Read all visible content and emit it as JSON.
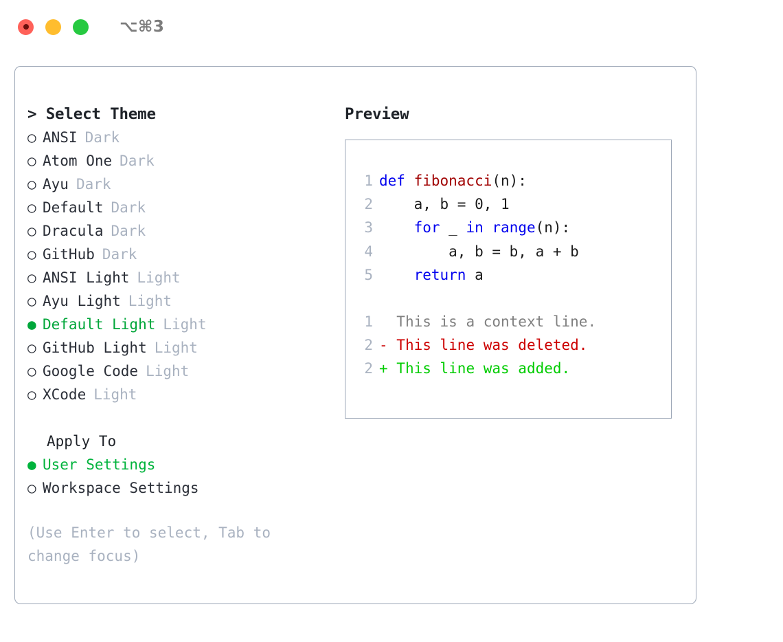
{
  "titlebar": {
    "shortcut": "⌥⌘3",
    "lights": [
      "close-red",
      "minimize-yellow",
      "maximize-green"
    ]
  },
  "theme_panel": {
    "header": "> Select Theme",
    "items": [
      {
        "bullet": "○",
        "name": "ANSI",
        "tag": "Dark",
        "selected": false
      },
      {
        "bullet": "○",
        "name": "Atom One",
        "tag": "Dark",
        "selected": false
      },
      {
        "bullet": "○",
        "name": "Ayu",
        "tag": "Dark",
        "selected": false
      },
      {
        "bullet": "○",
        "name": "Default",
        "tag": "Dark",
        "selected": false
      },
      {
        "bullet": "○",
        "name": "Dracula",
        "tag": "Dark",
        "selected": false
      },
      {
        "bullet": "○",
        "name": "GitHub",
        "tag": "Dark",
        "selected": false
      },
      {
        "bullet": "○",
        "name": "ANSI Light",
        "tag": "Light",
        "selected": false
      },
      {
        "bullet": "○",
        "name": "Ayu Light",
        "tag": "Light",
        "selected": false
      },
      {
        "bullet": "●",
        "name": "Default Light",
        "tag": "Light",
        "selected": true
      },
      {
        "bullet": "○",
        "name": "GitHub Light",
        "tag": "Light",
        "selected": false
      },
      {
        "bullet": "○",
        "name": "Google Code",
        "tag": "Light",
        "selected": false
      },
      {
        "bullet": "○",
        "name": "XCode",
        "tag": "Light",
        "selected": false
      }
    ],
    "apply_to": {
      "label": "Apply To",
      "options": [
        {
          "bullet": "●",
          "label": "User Settings",
          "selected": true
        },
        {
          "bullet": "○",
          "label": "Workspace Settings",
          "selected": false
        }
      ]
    },
    "hint": "(Use Enter to select, Tab to change focus)"
  },
  "preview": {
    "title": "Preview",
    "code_lines": [
      {
        "num": "1",
        "tokens": [
          {
            "t": "def ",
            "c": "kw"
          },
          {
            "t": "fibonacci",
            "c": "fn"
          },
          {
            "t": "(n):",
            "c": "plain"
          }
        ]
      },
      {
        "num": "2",
        "tokens": [
          {
            "t": "    a, b = 0, 1",
            "c": "plain"
          }
        ]
      },
      {
        "num": "3",
        "tokens": [
          {
            "t": "    ",
            "c": "plain"
          },
          {
            "t": "for",
            "c": "kw"
          },
          {
            "t": " _ ",
            "c": "plain"
          },
          {
            "t": "in",
            "c": "kw"
          },
          {
            "t": " ",
            "c": "plain"
          },
          {
            "t": "range",
            "c": "kw"
          },
          {
            "t": "(n):",
            "c": "plain"
          }
        ]
      },
      {
        "num": "4",
        "tokens": [
          {
            "t": "        a, b = b, a + b",
            "c": "plain"
          }
        ]
      },
      {
        "num": "5",
        "tokens": [
          {
            "t": "    ",
            "c": "plain"
          },
          {
            "t": "return",
            "c": "kw"
          },
          {
            "t": " a",
            "c": "plain"
          }
        ]
      }
    ],
    "diff_lines": [
      {
        "num": "1",
        "marker": "  ",
        "text": "This is a context line.",
        "kind": "context"
      },
      {
        "num": "2",
        "marker": "- ",
        "text": "This line was deleted.",
        "kind": "deleted"
      },
      {
        "num": "2",
        "marker": "+ ",
        "text": "This line was added.",
        "kind": "added"
      }
    ]
  },
  "colors": {
    "selected_green": "#00a63a",
    "apply_green": "#00b33c",
    "muted": "#a9b2c0",
    "text": "#2b2f38",
    "border": "#9ba6b6",
    "keyword_blue": "#0000ee",
    "function_red": "#a00000",
    "diff_del": "#cc0000",
    "diff_add": "#00cc00",
    "diff_ctx": "#808080",
    "light_red": "#ff6159",
    "light_yellow": "#ffbd2e",
    "light_green": "#26c940"
  }
}
